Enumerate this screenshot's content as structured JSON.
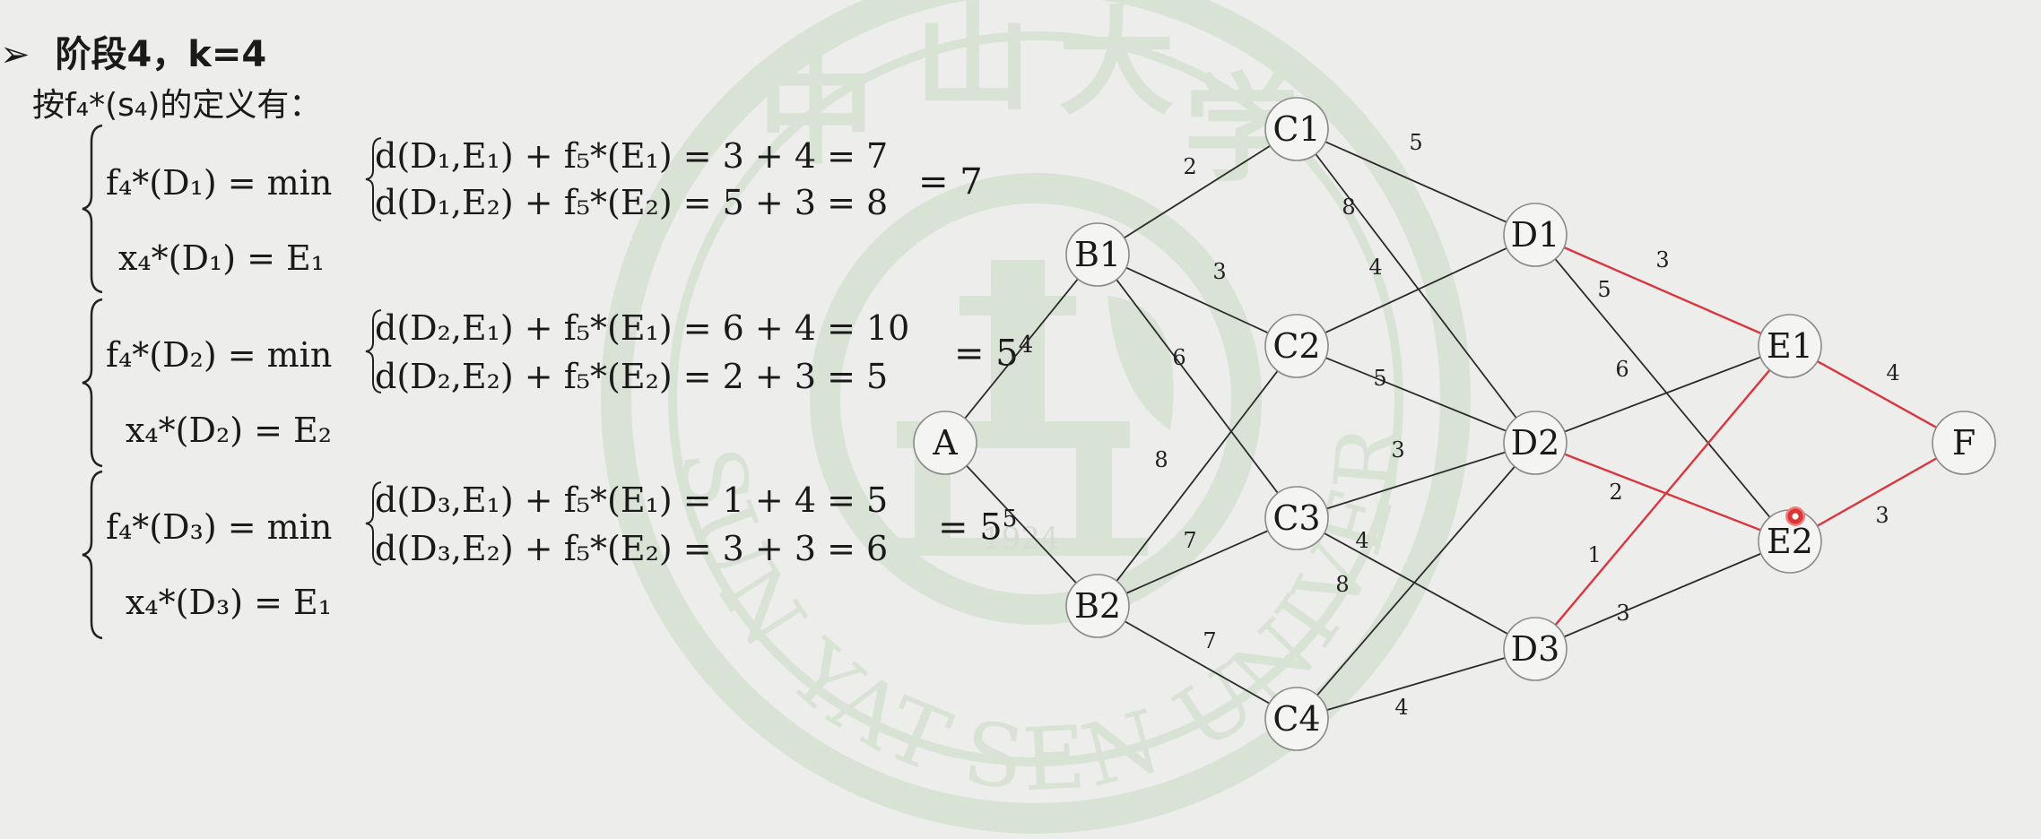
{
  "heading": {
    "bullet": "➢",
    "title": "阶段4，k=4"
  },
  "intro": "按f₄*(s₄)的定义有：",
  "equations": {
    "d1": {
      "f_label": "f₄*(D₁) = min",
      "line1": "d(D₁,E₁) + f₅*(E₁) = 3 + 4 = 7",
      "line2": "d(D₁,E₂) + f₅*(E₂) = 5 + 3 = 8",
      "result": "= 7",
      "x_line": "x₄*(D₁) = E₁"
    },
    "d2": {
      "f_label": "f₄*(D₂) = min",
      "line1": "d(D₂,E₁) + f₅*(E₁) = 6 + 4 = 10",
      "line2": "d(D₂,E₂) + f₅*(E₂) = 2 + 3 = 5",
      "result": "= 5",
      "result_note": "4",
      "x_line": "x₄*(D₂) = E₂"
    },
    "d3": {
      "f_label": "f₄*(D₃) = min",
      "line1": "d(D₃,E₁) + f₅*(E₁) = 1 + 4 = 5",
      "line2": "d(D₃,E₂) + f₅*(E₂) = 3 + 3 = 6",
      "result": "= 5",
      "result_note": "5",
      "x_line": "x₄*(D₃) = E₁"
    }
  },
  "watermark": {
    "chars": [
      "中",
      "山",
      "大",
      "学"
    ],
    "english": "SUN YAT-SEN UNIVERSITY",
    "year": "1924"
  },
  "graph": {
    "nodes": [
      {
        "id": "A",
        "label": "A"
      },
      {
        "id": "B1",
        "label": "B1"
      },
      {
        "id": "B2",
        "label": "B2"
      },
      {
        "id": "C1",
        "label": "C1"
      },
      {
        "id": "C2",
        "label": "C2"
      },
      {
        "id": "C3",
        "label": "C3"
      },
      {
        "id": "C4",
        "label": "C4"
      },
      {
        "id": "D1",
        "label": "D1"
      },
      {
        "id": "D2",
        "label": "D2"
      },
      {
        "id": "D3",
        "label": "D3"
      },
      {
        "id": "E1",
        "label": "E1"
      },
      {
        "id": "E2",
        "label": "E2"
      },
      {
        "id": "F",
        "label": "F"
      }
    ],
    "edges": [
      {
        "from": "A",
        "to": "B1",
        "weight": ""
      },
      {
        "from": "A",
        "to": "B2",
        "weight": ""
      },
      {
        "from": "B1",
        "to": "C1",
        "weight": "2"
      },
      {
        "from": "B1",
        "to": "C2",
        "weight": "3"
      },
      {
        "from": "B1",
        "to": "C3",
        "weight": "6"
      },
      {
        "from": "B2",
        "to": "C2",
        "weight": "8"
      },
      {
        "from": "B2",
        "to": "C3",
        "weight": "7"
      },
      {
        "from": "B2",
        "to": "C4",
        "weight": "7"
      },
      {
        "from": "C1",
        "to": "D1",
        "weight": "5"
      },
      {
        "from": "C1",
        "to": "D2",
        "weight": "8"
      },
      {
        "from": "C2",
        "to": "D1",
        "weight": "4"
      },
      {
        "from": "C2",
        "to": "D2",
        "weight": "5"
      },
      {
        "from": "C3",
        "to": "D2",
        "weight": "3"
      },
      {
        "from": "C3",
        "to": "D3",
        "weight": "4"
      },
      {
        "from": "C4",
        "to": "D2",
        "weight": "8"
      },
      {
        "from": "C4",
        "to": "D3",
        "weight": "4"
      },
      {
        "from": "D1",
        "to": "E1",
        "weight": "3",
        "highlight": true
      },
      {
        "from": "D1",
        "to": "E2",
        "weight": "5"
      },
      {
        "from": "D2",
        "to": "E1",
        "weight": "6"
      },
      {
        "from": "D2",
        "to": "E2",
        "weight": "2",
        "highlight": true
      },
      {
        "from": "D3",
        "to": "E1",
        "weight": "1",
        "highlight": true
      },
      {
        "from": "D3",
        "to": "E2",
        "weight": "3"
      },
      {
        "from": "E1",
        "to": "F",
        "weight": "4",
        "highlight": true
      },
      {
        "from": "E2",
        "to": "F",
        "weight": "3",
        "highlight": true
      }
    ],
    "colors": {
      "edge": "#2b2b2b",
      "highlight": "#d9363e",
      "node_fill": "#f4f4f2",
      "node_stroke": "#8a8a8a"
    }
  }
}
